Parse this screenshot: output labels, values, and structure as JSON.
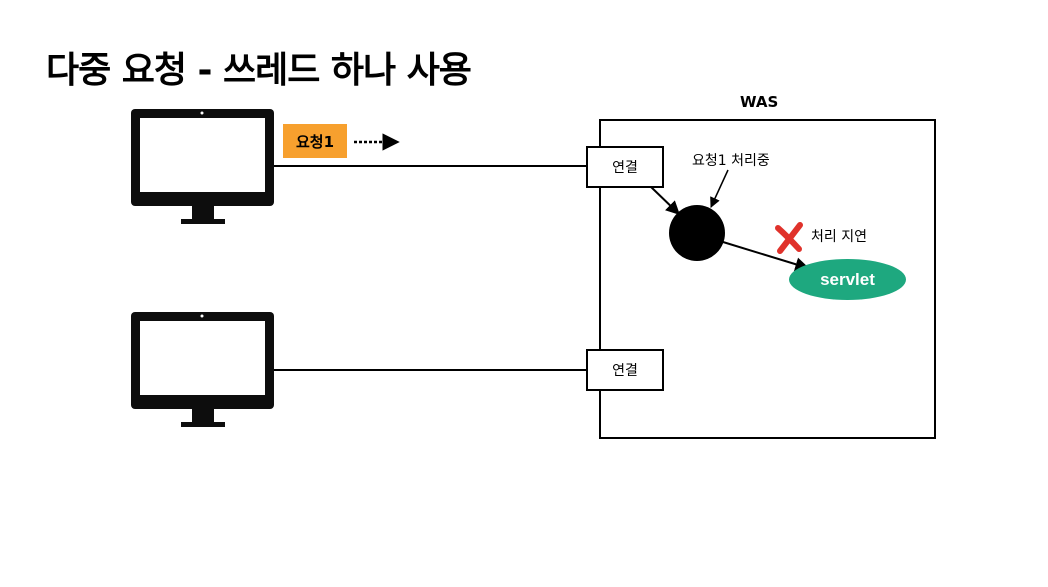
{
  "title": "다중 요청 - 쓰레드 하나 사용",
  "was": {
    "label": "WAS"
  },
  "request": {
    "label": "요청1"
  },
  "connections": [
    {
      "label": "연결"
    },
    {
      "label": "연결"
    }
  ],
  "thread": {
    "status_label": "요청1 처리중"
  },
  "delay": {
    "label": "처리 지연",
    "icon": "x-mark-icon"
  },
  "servlet": {
    "label": "servlet"
  },
  "colors": {
    "request_badge": "#f7a02e",
    "servlet": "#1ea87f",
    "delay_mark": "#e0322b"
  }
}
